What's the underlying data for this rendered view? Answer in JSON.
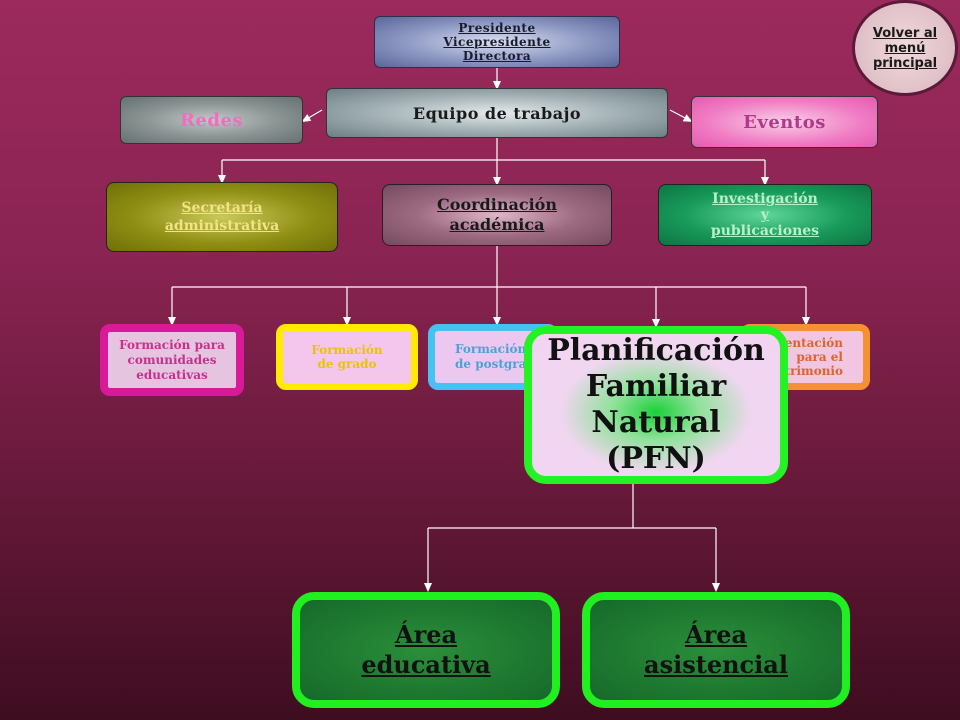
{
  "colors": {
    "connector": "#ffffff",
    "pfn_border": "#25f225",
    "area_border": "#20f020"
  },
  "top": {
    "line1": "Presidente",
    "line2": "Vicepresidente",
    "line3": "Directora"
  },
  "team": {
    "label": "Equipo de trabajo"
  },
  "redes": {
    "label": "Redes"
  },
  "eventos": {
    "label": "Eventos"
  },
  "secretaria": {
    "line1": "Secretaría",
    "line2": "administrativa"
  },
  "coordinacion": {
    "line1": "Coordinación",
    "line2": "académica"
  },
  "investigacion": {
    "line1": "Investigación",
    "line2": "y",
    "line3": "publicaciones"
  },
  "formacion_comunidades": {
    "line1": "Formación para",
    "line2": "comunidades",
    "line3": "educativas"
  },
  "formacion_grado": {
    "line1": "Formación",
    "line2": "de grado"
  },
  "formacion_postgrado": {
    "line1": "Formación",
    "line2": "de postgrado"
  },
  "orientacion": {
    "line1": "Orientación",
    "line2": "para el",
    "line3": "matrimonio"
  },
  "pfn": {
    "line1": "Planificación",
    "line2": "Familiar",
    "line3": "Natural",
    "line4": "(PFN)"
  },
  "area_educativa": {
    "line1": "Área",
    "line2": "educativa"
  },
  "area_asistencial": {
    "line1": "Área",
    "line2": "asistencial"
  },
  "back_button": {
    "line1": "Volver al",
    "line2": "menú",
    "line3": "principal"
  }
}
